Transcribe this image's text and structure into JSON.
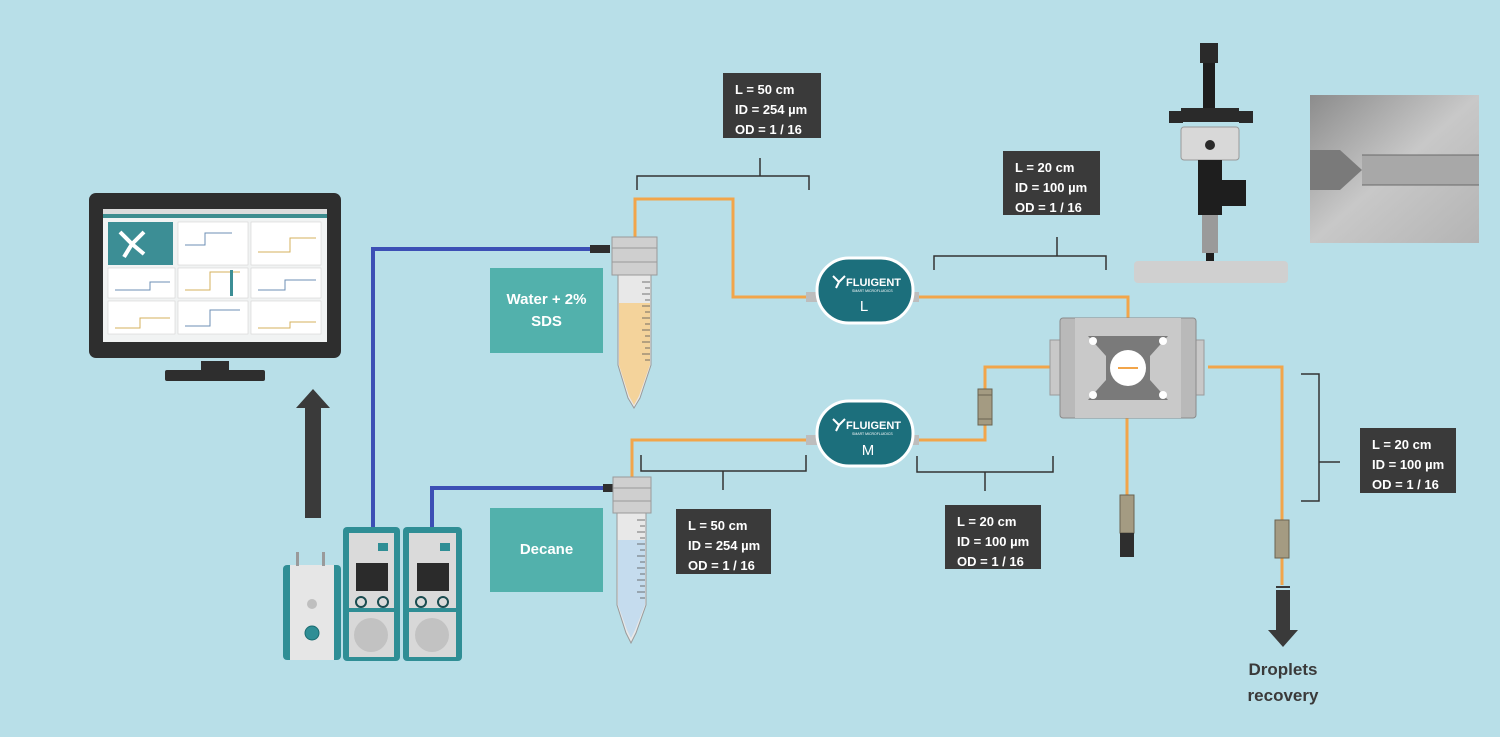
{
  "labels": {
    "tube_top": [
      "L = 50 cm",
      "ID = 254 µm",
      "OD = 1 / 16"
    ],
    "tube_bottom": [
      "L = 50 cm",
      "ID = 254 µm",
      "OD = 1 / 16"
    ],
    "tube_chip_top": [
      "L = 20 cm",
      "ID = 100 µm",
      "OD = 1 / 16"
    ],
    "tube_chip_mid": [
      "L = 20 cm",
      "ID = 100 µm",
      "OD = 1 / 16"
    ],
    "tube_outlet": [
      "L = 20 cm",
      "ID = 100 µm",
      "OD = 1 / 16"
    ]
  },
  "fluids": {
    "top": "Water + 2%\nSDS",
    "bottom": "Decane"
  },
  "sensors": {
    "top_letter": "L",
    "bottom_letter": "M",
    "brand": "FLUIGENT",
    "brand_sub": "SMART MICROFLUIDICS"
  },
  "outlet_label": "Droplets\nrecovery",
  "colors": {
    "background": "#b8dfe8",
    "tubing_fluid": "#f2a54a",
    "tubing_pressure": "#3c4fb5",
    "teal": "#52b1ac",
    "dark": "#3a3a3a"
  }
}
